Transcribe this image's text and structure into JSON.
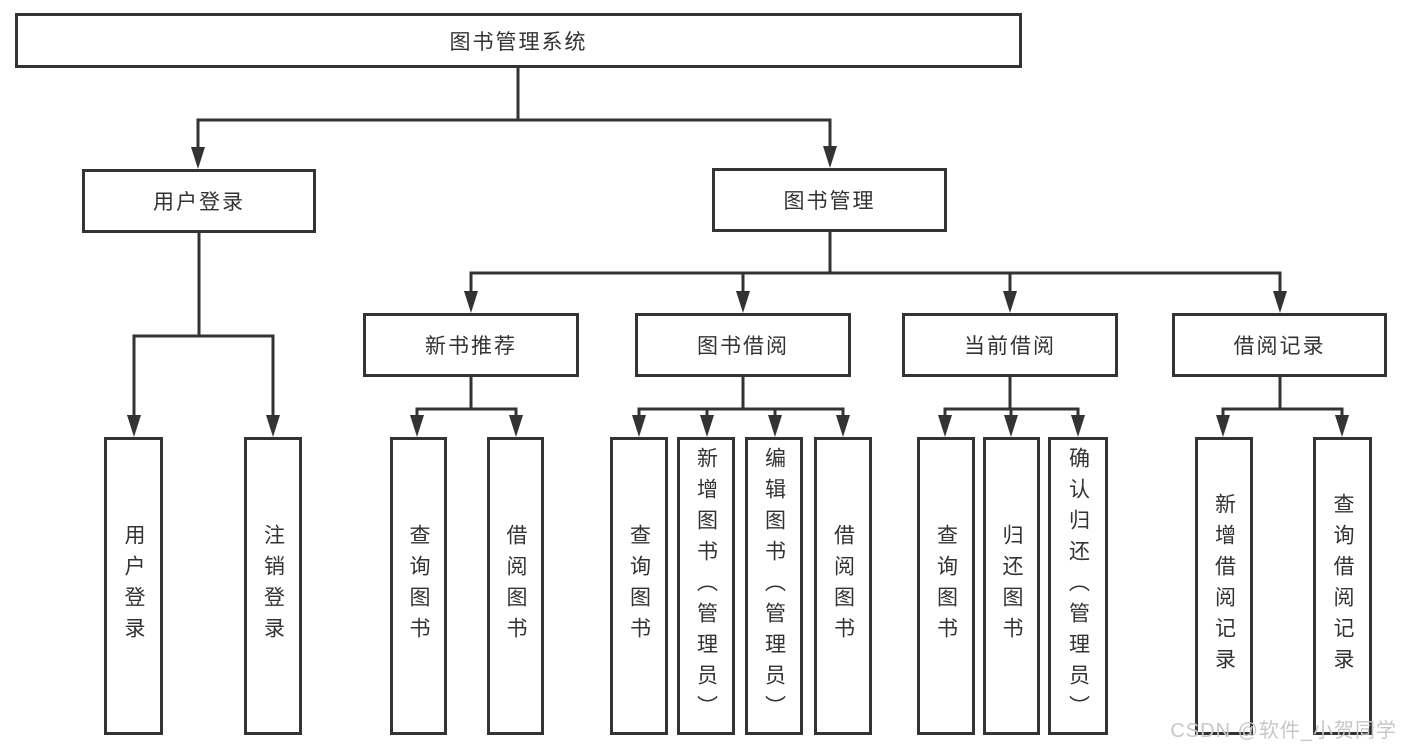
{
  "title": "图书管理系统",
  "colors": {
    "line": "#333333",
    "text": "#333333",
    "background": "#ffffff",
    "watermark": "#c7c7c7"
  },
  "root": {
    "label": "图书管理系统"
  },
  "level2": [
    {
      "label": "用户登录"
    },
    {
      "label": "图书管理"
    }
  ],
  "level3": [
    {
      "label": "新书推荐",
      "parent": "图书管理"
    },
    {
      "label": "图书借阅",
      "parent": "图书管理"
    },
    {
      "label": "当前借阅",
      "parent": "图书管理"
    },
    {
      "label": "借阅记录",
      "parent": "图书管理"
    }
  ],
  "leaves": [
    {
      "label": "用户登录",
      "parent": "用户登录"
    },
    {
      "label": "注销登录",
      "parent": "用户登录"
    },
    {
      "label": "查询图书",
      "parent": "新书推荐"
    },
    {
      "label": "借阅图书",
      "parent": "新书推荐"
    },
    {
      "label": "查询图书",
      "parent": "图书借阅"
    },
    {
      "label": "新增图书（管理员）",
      "parent": "图书借阅"
    },
    {
      "label": "编辑图书（管理员）",
      "parent": "图书借阅"
    },
    {
      "label": "借阅图书",
      "parent": "图书借阅"
    },
    {
      "label": "查询图书",
      "parent": "当前借阅"
    },
    {
      "label": "归还图书",
      "parent": "当前借阅"
    },
    {
      "label": "确认归还（管理员）",
      "parent": "当前借阅"
    },
    {
      "label": "新增借阅记录",
      "parent": "借阅记录"
    },
    {
      "label": "查询借阅记录",
      "parent": "借阅记录"
    }
  ],
  "watermark": "CSDN @软件_小贺同学"
}
